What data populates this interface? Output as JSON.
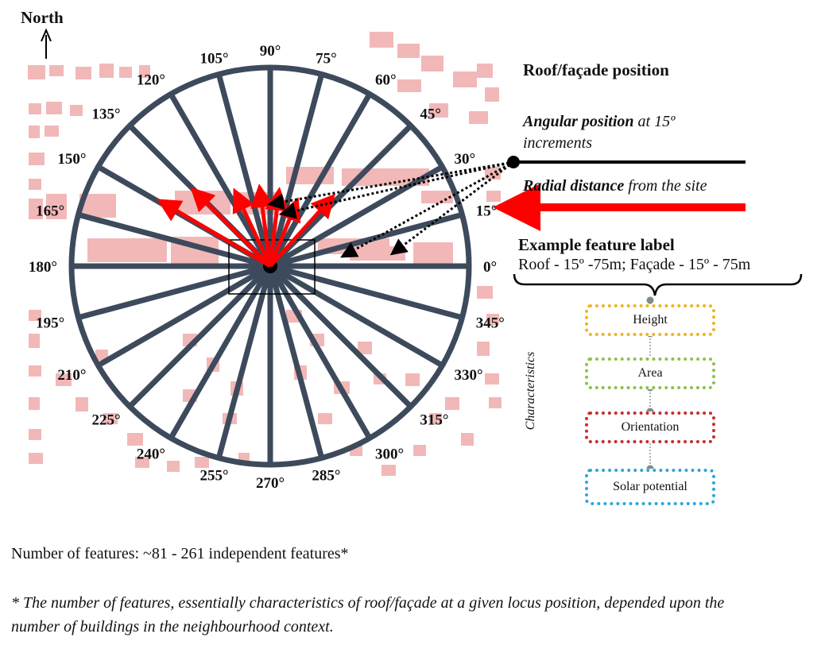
{
  "north_label": "North",
  "angle_labels": [
    {
      "angle": 0,
      "text": "0°"
    },
    {
      "angle": 15,
      "text": "15°"
    },
    {
      "angle": 30,
      "text": "30°"
    },
    {
      "angle": 45,
      "text": "45°"
    },
    {
      "angle": 60,
      "text": "60°"
    },
    {
      "angle": 75,
      "text": "75°"
    },
    {
      "angle": 90,
      "text": "90°"
    },
    {
      "angle": 105,
      "text": "105°"
    },
    {
      "angle": 120,
      "text": "120°"
    },
    {
      "angle": 135,
      "text": "135°"
    },
    {
      "angle": 150,
      "text": "150°"
    },
    {
      "angle": 165,
      "text": "165°"
    },
    {
      "angle": 180,
      "text": "180°"
    },
    {
      "angle": 195,
      "text": "195°"
    },
    {
      "angle": 210,
      "text": "210°"
    },
    {
      "angle": 225,
      "text": "225°"
    },
    {
      "angle": 240,
      "text": "240°"
    },
    {
      "angle": 255,
      "text": "255°"
    },
    {
      "angle": 270,
      "text": "270°"
    },
    {
      "angle": 285,
      "text": "285°"
    },
    {
      "angle": 300,
      "text": "300°"
    },
    {
      "angle": 315,
      "text": "315°"
    },
    {
      "angle": 330,
      "text": "330°"
    },
    {
      "angle": 345,
      "text": "345°"
    }
  ],
  "legend": {
    "title": "Roof/façade  position",
    "angular_bold": "Angular position",
    "angular_rest": " at 15º",
    "angular_line2": "increments",
    "radial_bold": "Radial distance",
    "radial_rest": " from the site"
  },
  "example": {
    "title": "Example feature label",
    "value": "Roof - 15º -75m; Façade - 15º - 75m"
  },
  "characteristics": {
    "axis_label": "Characteristics",
    "items": [
      {
        "label": "Height",
        "color": "#f0b323"
      },
      {
        "label": "Area",
        "color": "#8cc04b"
      },
      {
        "label": "Orientation",
        "color": "#c42e2e"
      },
      {
        "label": "Solar potential",
        "color": "#2ba7d6"
      }
    ]
  },
  "colors": {
    "wheel": "#3d4a5c",
    "building": "#f2b8b8",
    "red_arrow": "#ff0000",
    "dotted_line": "#000000"
  },
  "footer": {
    "num_features": "Number of features: ~81 - 261 independent features*",
    "footnote": "* The number of features, essentially characteristics of roof/façade at a given locus position, depended upon the number of buildings in the neighbourhood context."
  }
}
